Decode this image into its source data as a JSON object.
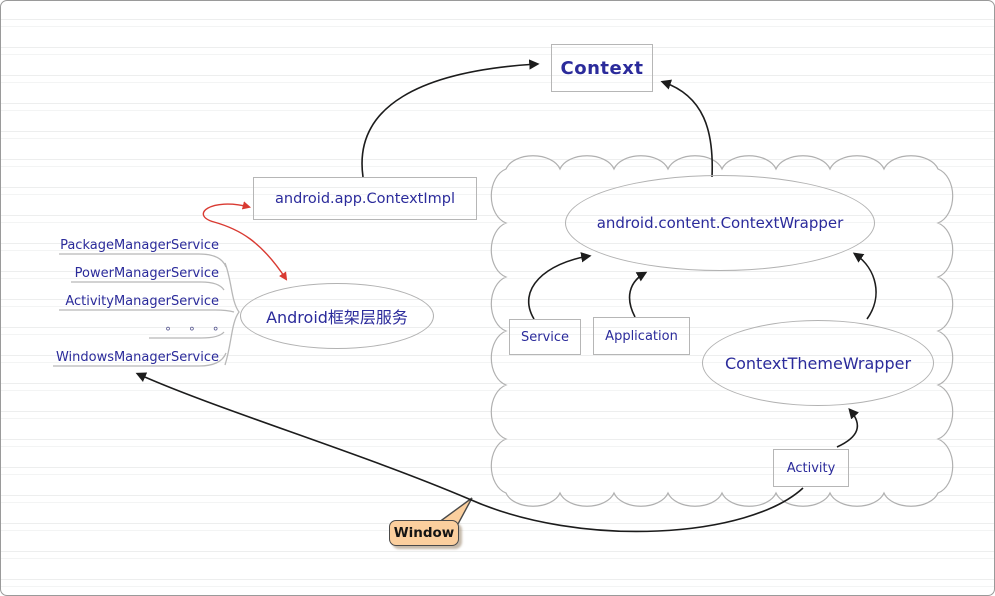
{
  "nodes": {
    "context": {
      "label": "Context",
      "shape": "box"
    },
    "context_impl": {
      "label": "android.app.ContextImpl",
      "shape": "box"
    },
    "context_wrapper": {
      "label": "android.content.ContextWrapper",
      "shape": "ellipse"
    },
    "service": {
      "label": "Service",
      "shape": "box"
    },
    "application": {
      "label": "Application",
      "shape": "box"
    },
    "context_theme_wrapper": {
      "label": "ContextThemeWrapper",
      "shape": "ellipse"
    },
    "activity": {
      "label": "Activity",
      "shape": "box"
    },
    "framework_services": {
      "label": "Android框架层服务",
      "shape": "ellipse"
    },
    "window_callout": {
      "label": "Window",
      "shape": "callout"
    }
  },
  "service_list": {
    "items": [
      {
        "label": "PackageManagerService"
      },
      {
        "label": "PowerManagerService"
      },
      {
        "label": "ActivityManagerService"
      },
      {
        "label": "WindowsManagerService"
      }
    ],
    "ellipsis": "°  °  °"
  },
  "edges": [
    {
      "from": "context_impl",
      "to": "context",
      "color": "black"
    },
    {
      "from": "context_wrapper",
      "to": "context",
      "color": "black"
    },
    {
      "from": "service",
      "to": "context_wrapper",
      "color": "black"
    },
    {
      "from": "application",
      "to": "context_wrapper",
      "color": "black"
    },
    {
      "from": "context_theme_wrapper",
      "to": "context_wrapper",
      "color": "black"
    },
    {
      "from": "activity",
      "to": "context_theme_wrapper",
      "color": "black"
    },
    {
      "from": "activity",
      "to": "service_list",
      "color": "black",
      "note": "long curve labeled by Window callout"
    },
    {
      "from": "context_impl",
      "to": "framework_services",
      "color": "red",
      "bidirectional": true
    }
  ],
  "colors": {
    "node_text": "#2b2b9b",
    "arrow": "#1c1c1c",
    "red_arrow": "#d93a32",
    "box_border": "#b6b6b6",
    "cloud_border": "#b0b0b0",
    "callout_fill": "#fbcf9e",
    "callout_border": "#4a4a4a",
    "notebook_line": "#edeeee"
  }
}
